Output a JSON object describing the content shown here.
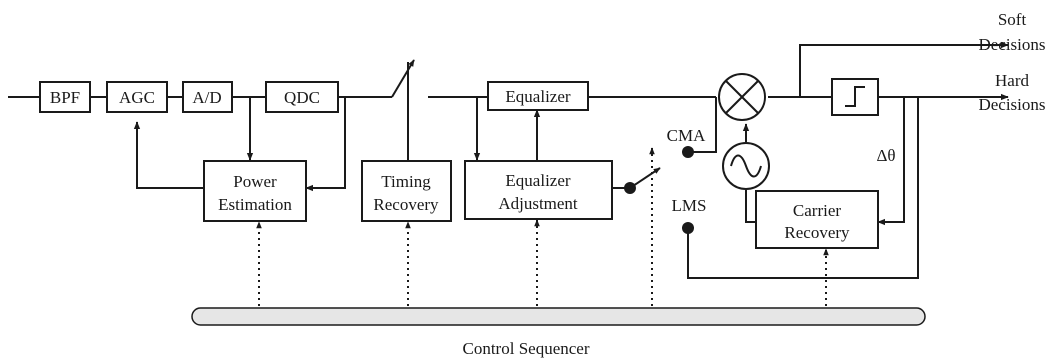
{
  "blocks": {
    "bpf": "BPF",
    "agc": "AGC",
    "ad": "A/D",
    "qdc": "QDC",
    "equalizer": "Equalizer",
    "power_estimation": [
      "Power",
      "Estimation"
    ],
    "timing_recovery": [
      "Timing",
      "Recovery"
    ],
    "equalizer_adjustment": [
      "Equalizer",
      "Adjustment"
    ],
    "carrier_recovery": [
      "Carrier",
      "Recovery"
    ]
  },
  "labels": {
    "cma": "CMA",
    "lms": "LMS",
    "delta_theta": "Δθ",
    "control_sequencer": "Control Sequencer"
  },
  "outputs": {
    "soft": [
      "Soft",
      "Decisions"
    ],
    "hard": [
      "Hard",
      "Decisions"
    ]
  },
  "colors": {
    "line": "#1a1a1a",
    "sequencer_fill": "#e6e6e6"
  }
}
